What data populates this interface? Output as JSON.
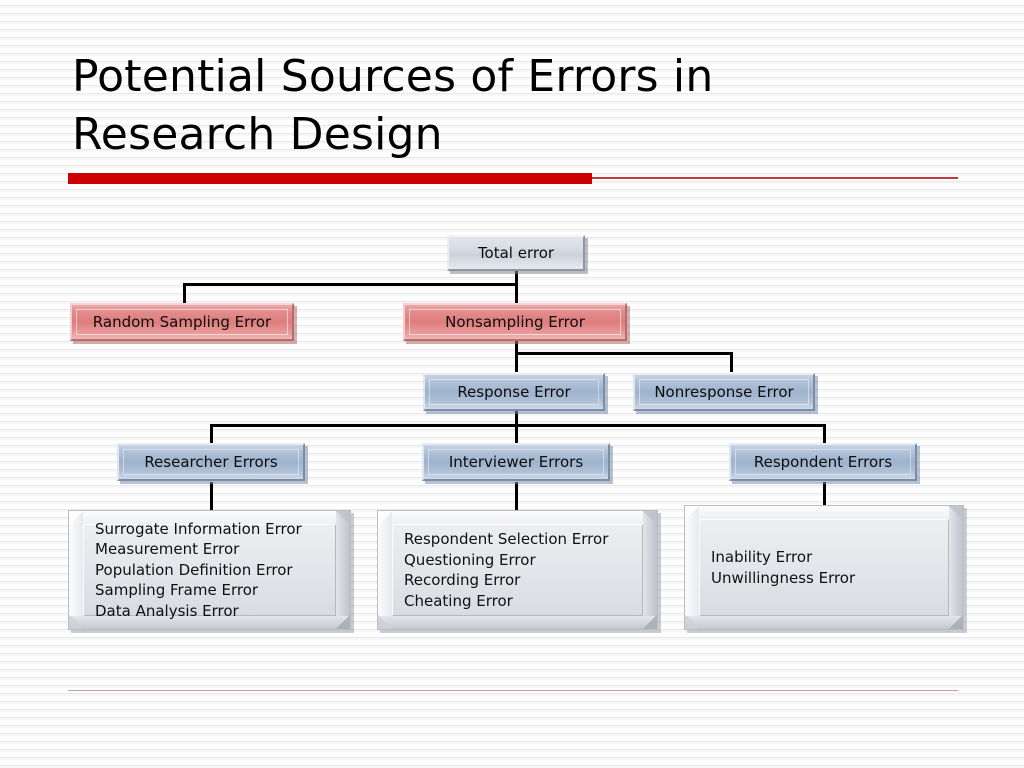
{
  "slide": {
    "title": "Potential Sources of Errors in\nResearch Design",
    "accent_color": "#cc0000",
    "rule_thin_color": "#c23b3b",
    "footer_rule_color": "#c9a0a0"
  },
  "diagram": {
    "type": "hierarchy-tree",
    "nodes": {
      "total_error": {
        "label": "Total error",
        "style": "silver"
      },
      "random_sampling_error": {
        "label": "Random Sampling Error",
        "style": "red"
      },
      "nonsampling_error": {
        "label": "Nonsampling Error",
        "style": "red"
      },
      "response_error": {
        "label": "Response Error",
        "style": "blue"
      },
      "nonresponse_error": {
        "label": "Nonresponse Error",
        "style": "blue"
      },
      "researcher_errors": {
        "label": "Researcher Errors",
        "style": "blue"
      },
      "interviewer_errors": {
        "label": "Interviewer Errors",
        "style": "blue"
      },
      "respondent_errors": {
        "label": "Respondent Errors",
        "style": "blue"
      }
    },
    "detail_lists": {
      "researcher": [
        "Surrogate Information Error",
        "Measurement Error",
        "Population Definition Error",
        "Sampling Frame Error",
        "Data Analysis Error"
      ],
      "interviewer": [
        "Respondent Selection Error",
        "Questioning Error",
        "Recording Error",
        "Cheating Error"
      ],
      "respondent": [
        "Inability Error",
        "Unwillingness Error"
      ]
    }
  }
}
